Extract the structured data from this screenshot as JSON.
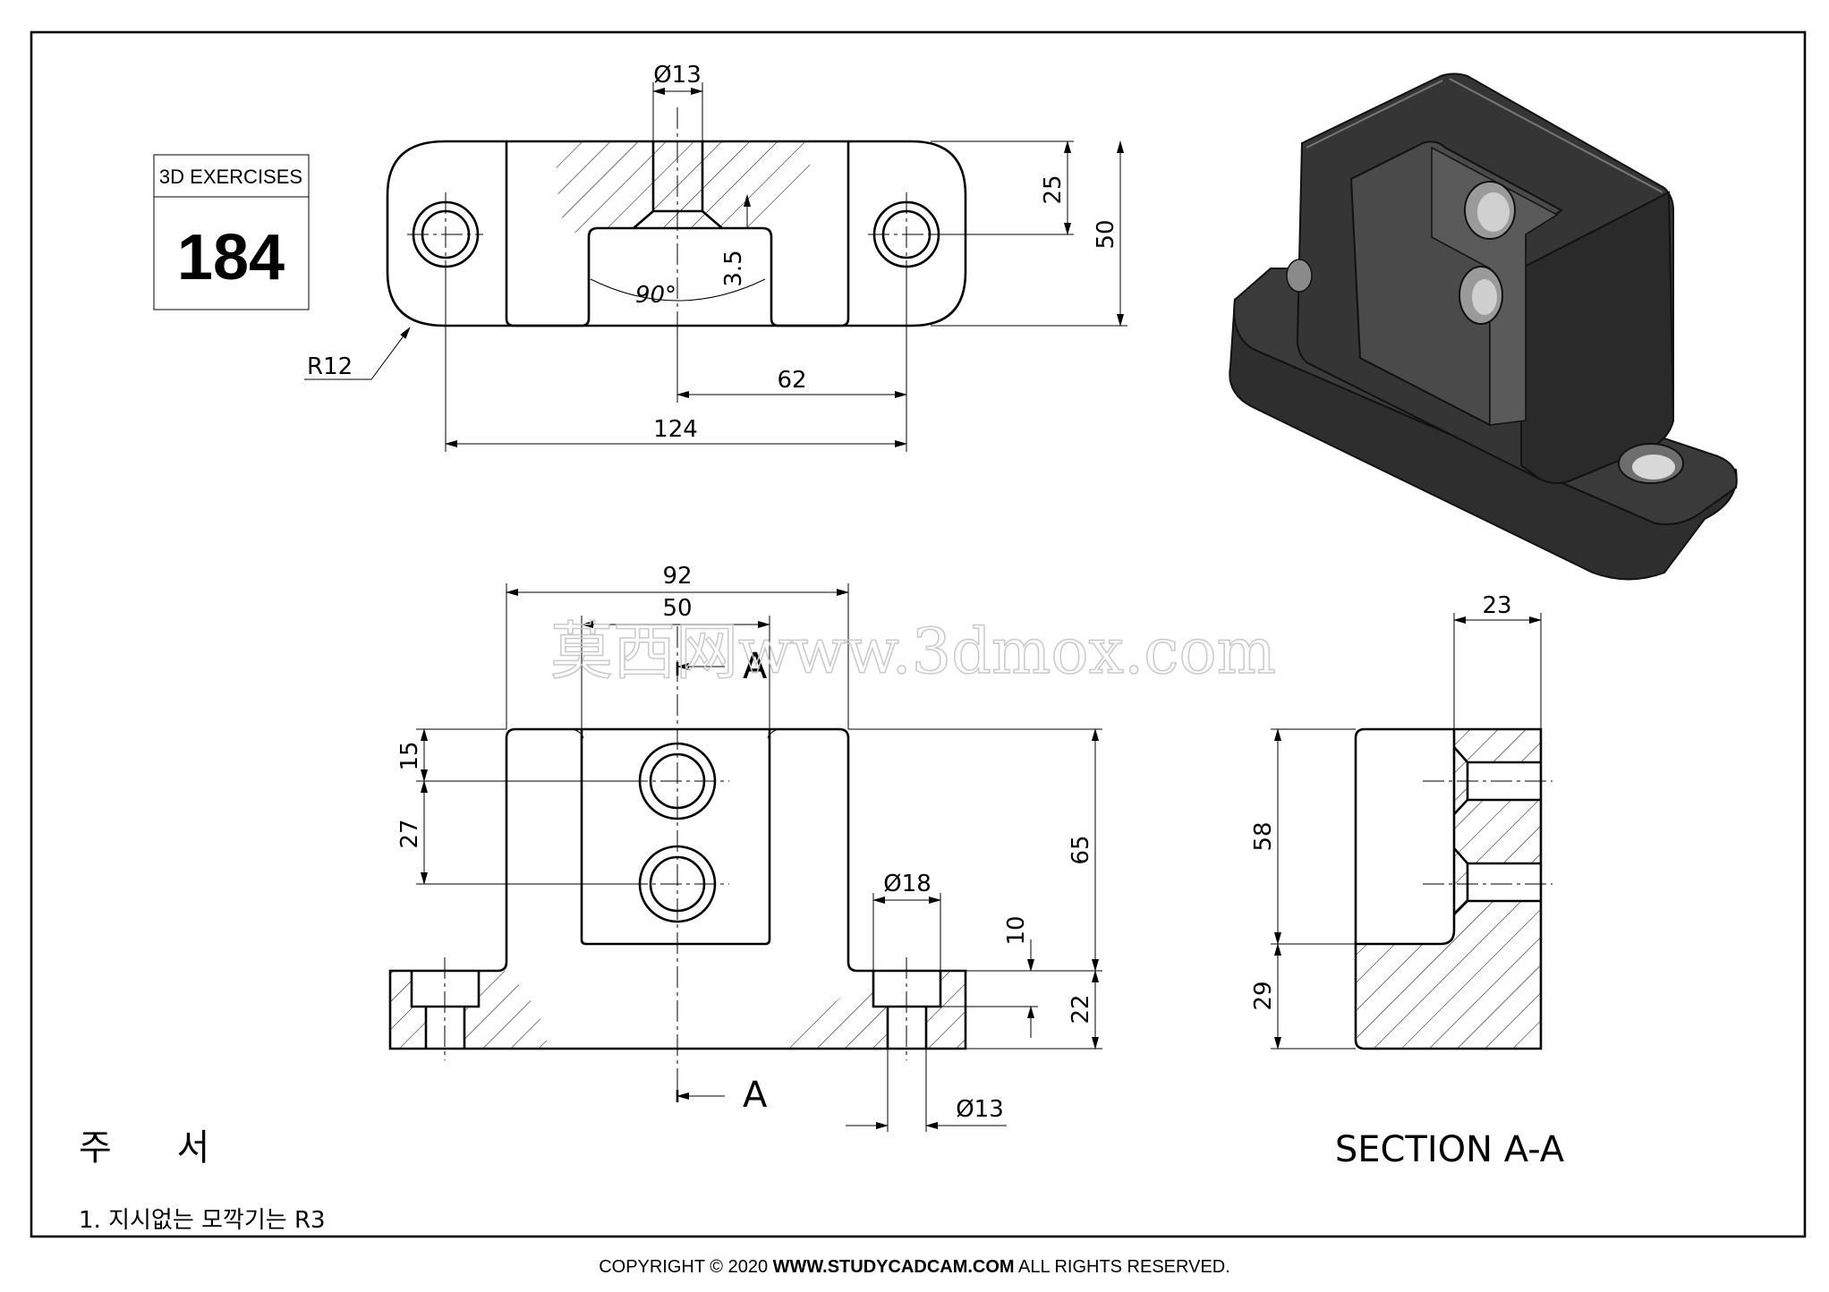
{
  "exercise": {
    "label": "3D EXERCISES",
    "number": "184"
  },
  "top_view": {
    "dims": {
      "hole_dia": "Ø13",
      "depth": "25",
      "overall_width": "50",
      "chamfer": "3.5",
      "angle": "90°",
      "radius": "R12",
      "half_spacing": "62",
      "hole_spacing": "124"
    }
  },
  "front_view": {
    "dims": {
      "overall_length": "92",
      "slot_width": "50",
      "hole_top": "15",
      "hole_spacing": "27",
      "height": "65",
      "cbore_dia": "Ø18",
      "cbore_depth": "10",
      "base_height": "22",
      "hole_dia": "Ø13"
    },
    "cut_label": "A"
  },
  "section_view": {
    "dims": {
      "wall": "23",
      "upper": "58",
      "lower": "29"
    },
    "title": "SECTION A-A"
  },
  "notes": {
    "title": "주 서",
    "items": [
      "1. 지시없는 모깍기는 R3"
    ]
  },
  "watermark": "莫西网www.3dmox.com",
  "footer": {
    "prefix": "COPYRIGHT © 2020 ",
    "site": "WWW.STUDYCADCAM.COM",
    "suffix": " ALL RIGHTS RESERVED."
  }
}
